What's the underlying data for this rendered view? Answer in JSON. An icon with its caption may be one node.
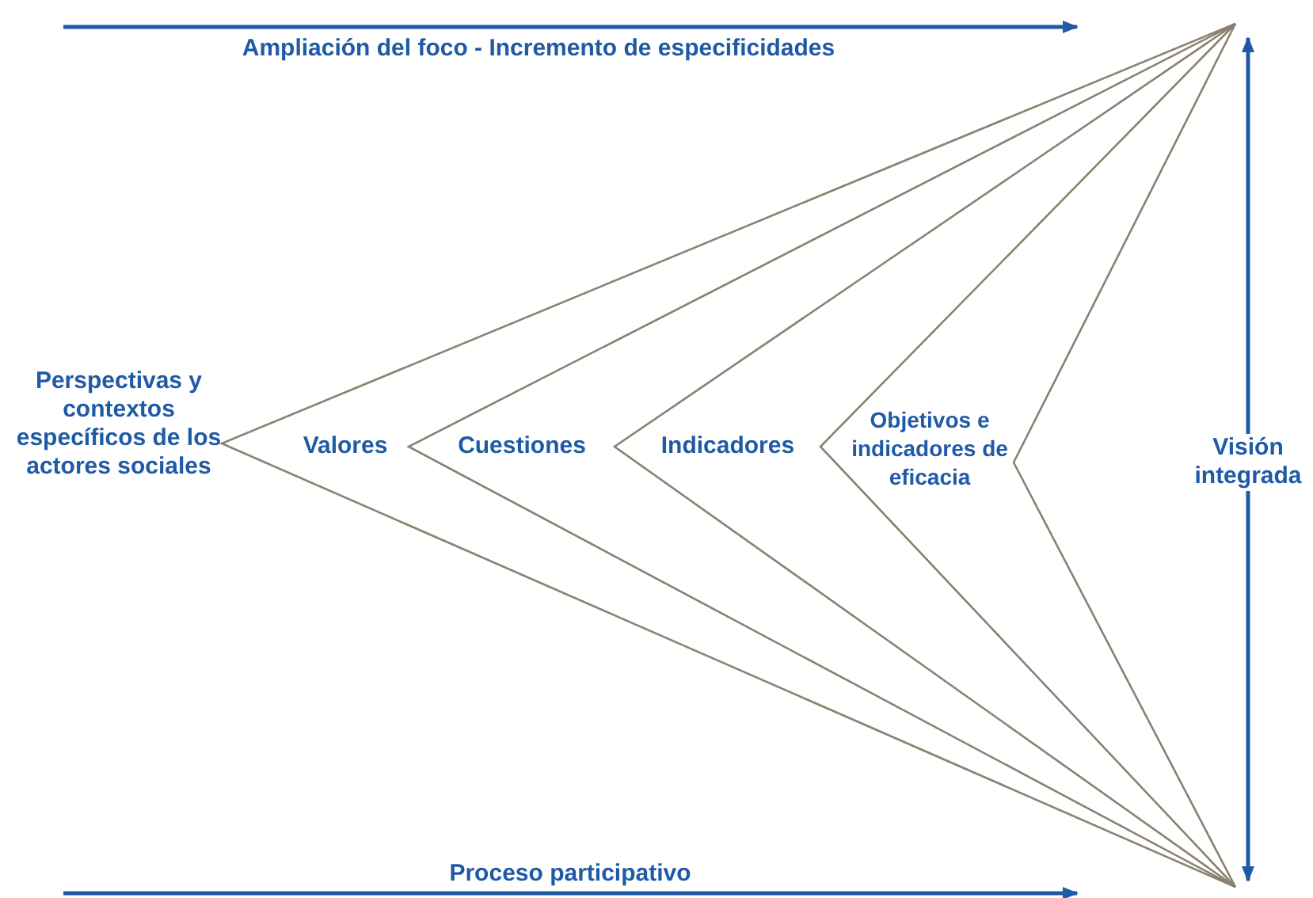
{
  "diagram": {
    "labels": [
      "Ampliación del foco  - Incremento de especificidades",
      "Perspectivas y contextos específicos de los actores sociales",
      "Valores",
      "Cuestiones",
      "Indicadores",
      "Objetivos e indicadores de eficacia",
      "Visión integrada",
      "Proceso participativo"
    ]
  }
}
